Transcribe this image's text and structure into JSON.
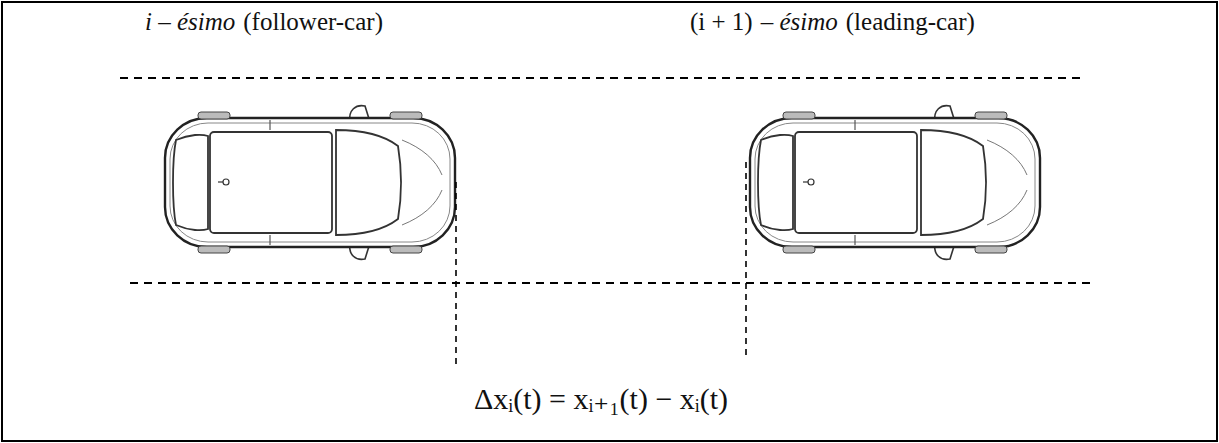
{
  "diagram": {
    "labels": [
      "i – ésimo",
      "(follower-car)",
      "(i + 1)",
      "– ésimo",
      "(leading-car)",
      "Δxᵢ(t) = xᵢ₊₁(t) − xᵢ(t)"
    ]
  }
}
